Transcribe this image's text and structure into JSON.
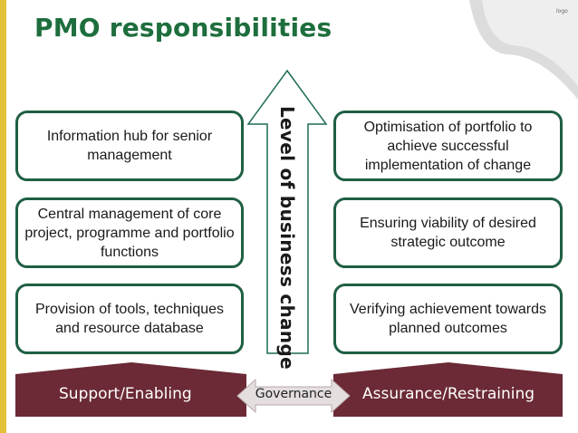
{
  "title": "PMO responsibilities",
  "left_boxes": [
    "Information hub for senior management",
    "Central management of core project, programme and portfolio functions",
    "Provision of tools, techniques and resource database"
  ],
  "right_boxes": [
    "Optimisation of portfolio to achieve successful implementation of change",
    "Ensuring viability of desired strategic outcome",
    "Verifying achievement towards planned outcomes"
  ],
  "arrow_label": "Level of business change",
  "bottom": {
    "left": "Support/Enabling",
    "center": "Governance",
    "right": "Assurance/Restraining"
  },
  "colors": {
    "title": "#1e6e3d",
    "box_border": "#1f5f43",
    "band": "#6b2a35",
    "accent": "#e3c23a"
  }
}
